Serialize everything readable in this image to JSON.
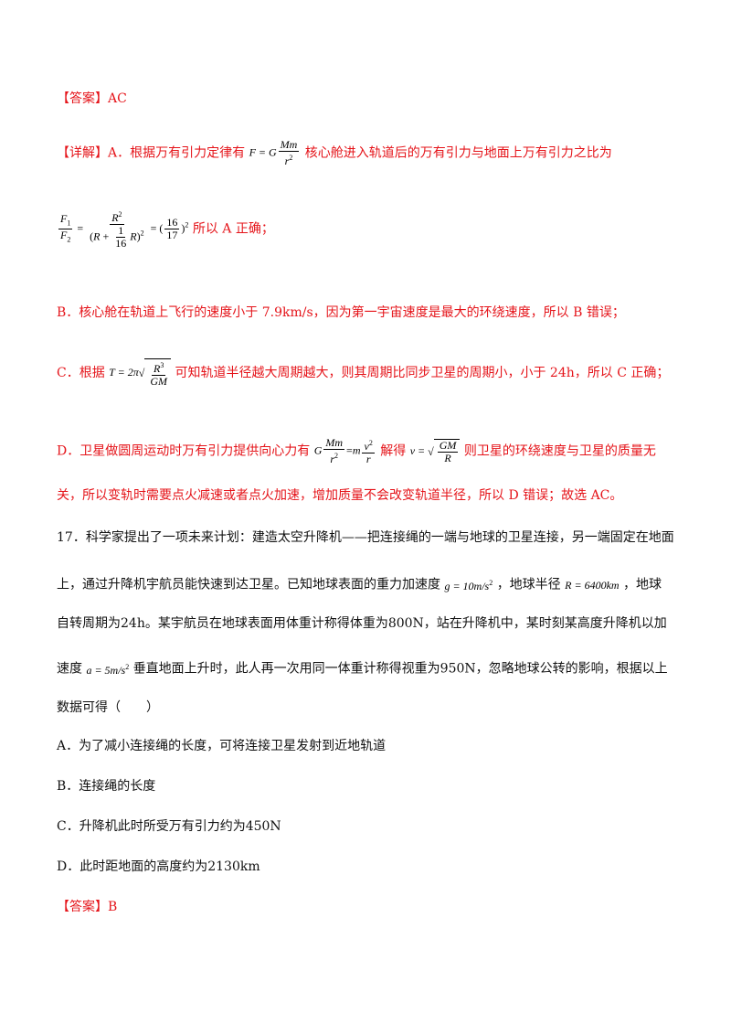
{
  "ans1": {
    "label": "【答案】",
    "value": "AC"
  },
  "detail": {
    "label": "【详解】",
    "a_text1": "A．根据万有引力定律有",
    "a_text2": "核心舱进入轨道后的万有引力与地面上万有引力之比为",
    "a_text3": "所以 A 正确；",
    "b_text": "B．核心舱在轨道上飞行的速度小于 7.9km/s，因为第一宇宙速度是最大的环绕速度，所以 B 错误；",
    "c_text1": "C．根据",
    "c_text2": "可知轨道半径越大周期越大，则其周期比同步卫星的周期小，小于 24h，所以 C 正确；",
    "d_text1": "D．卫星做圆周运动时万有引力提供向心力有",
    "d_text2": "解得",
    "d_text3": "则卫星的环绕速度与卫星的质量无",
    "d_text4": "关，所以变轨时需要点火减速或者点火加速，增加质量不会改变轨道半径，所以 D 错误；故选 AC。"
  },
  "q17": {
    "l1": "17．科学家提出了一项未来计划：建造太空升降机——把连接绳的一端与地球的卫星连接，另一端固定在地面",
    "l2a": "上，通过升降机宇航员能快速到达卫星。已知地球表面的重力加速度",
    "l2b": "，地球半径",
    "l2c": "，地球",
    "l3": "自转周期为24h。某宇航员在地球表面用体重计称得体重为800N，站在升降机中，某时刻某高度升降机以加",
    "l4a": "速度",
    "l4b": "垂直地面上升时，此人再一次用同一体重计称得视重为950N，忽略地球公转的影响，根据以上",
    "l5": "数据可得（　　）",
    "optA": "A．为了减小连接绳的长度，可将连接卫星发射到近地轨道",
    "optB": "B．连接绳的长度",
    "optC": "C．升降机此时所受万有引力约为450N",
    "optD": "D．此时距地面的高度约为2130km",
    "g_val": "g = 10m/s",
    "R_val": "R = 6400km",
    "a_val": "a = 5m/s"
  },
  "ans2": {
    "label": "【答案】",
    "value": "B"
  }
}
